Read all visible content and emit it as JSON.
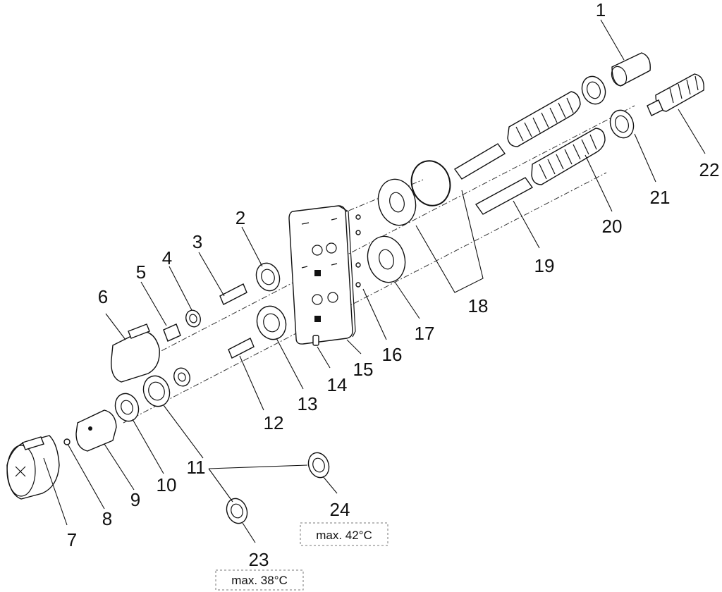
{
  "part_numbers": {
    "p1": "1",
    "p2": "2",
    "p3": "3",
    "p4": "4",
    "p5": "5",
    "p6": "6",
    "p7": "7",
    "p8": "8",
    "p9": "9",
    "p10": "10",
    "p11": "11",
    "p12": "12",
    "p13": "13",
    "p14": "14",
    "p15": "15",
    "p16": "16",
    "p17": "17",
    "p18": "18",
    "p19": "19",
    "p20": "20",
    "p21": "21",
    "p22": "22",
    "p23": "23",
    "p24": "24"
  },
  "notes": {
    "limit_38": "max. 38°C",
    "limit_42": "max. 42°C"
  }
}
